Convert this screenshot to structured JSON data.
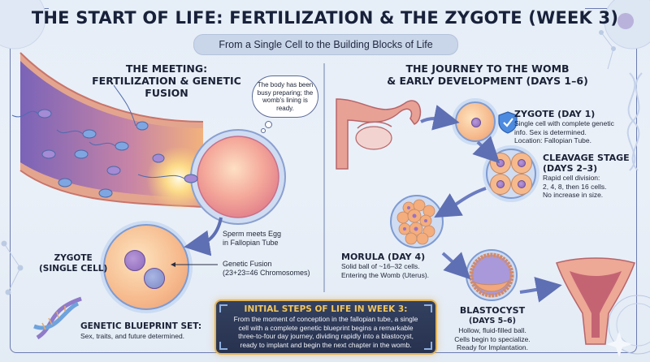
{
  "header": {
    "title": "THE START OF LIFE: FERTILIZATION & THE ZYGOTE (WEEK 3)",
    "subtitle": "From a Single Cell to the Building Blocks of Life"
  },
  "left_panel": {
    "title_line1": "THE MEETING:",
    "title_line2": "FERTILIZATION & GENETIC FUSION",
    "thought_bubble": "The body has been busy preparing; the womb's lining is ready.",
    "sperm_meets_egg_line1": "Sperm meets Egg",
    "sperm_meets_egg_line2": "in Fallopian Tube",
    "zygote_label_line1": "ZYGOTE",
    "zygote_label_line2": "(SINGLE CELL)",
    "genetic_fusion_line1": "Genetic Fusion",
    "genetic_fusion_line2": "(23+23=46 Chromosomes)",
    "blueprint_title": "GENETIC BLUEPRINT SET:",
    "blueprint_text": "Sex, traits, and future determined."
  },
  "right_panel": {
    "title_line1": "THE JOURNEY TO THE WOMB",
    "title_line2": "& EARLY DEVELOPMENT (DAYS 1–6)",
    "stages": [
      {
        "title": "ZYGOTE (DAY 1)",
        "lines": [
          "Single cell with complete genetic",
          "info. Sex is determined.",
          "Location: Fallopian Tube."
        ]
      },
      {
        "title_line1": "CLEAVAGE STAGE",
        "title_line2": "(DAYS 2–3)",
        "lines": [
          "Rapid cell division:",
          "2, 4, 8, then 16 cells.",
          "No increase in size."
        ]
      },
      {
        "title": "MORULA (DAY 4)",
        "lines": [
          "Solid ball of ~16–32 cells.",
          "Entering the Womb (Uterus)."
        ]
      },
      {
        "title_line1": "BLASTOCYST",
        "title_line2": "(DAYS 5–6)",
        "lines": [
          "Hollow, fluid-filled ball.",
          "Cells begin to specialize.",
          "Ready for Implantation."
        ]
      }
    ]
  },
  "info_box": {
    "title": "INITIAL STEPS OF LIFE IN WEEK 3:",
    "lines": [
      "From the moment of conception in the fallopian tube, a single",
      "cell with a complete genetic blueprint begins a remarkable",
      "three-to-four day journey, dividing rapidly into a blastocyst,",
      "ready to implant and begin the next chapter in the womb."
    ]
  },
  "colors": {
    "background": "#e6eef7",
    "title_text": "#18213a",
    "frame": "#6b7bb0",
    "arrow": "#5e6fb3",
    "info_bg": "#2c3854",
    "info_border": "#e2b45a",
    "info_title": "#f2c65e"
  }
}
